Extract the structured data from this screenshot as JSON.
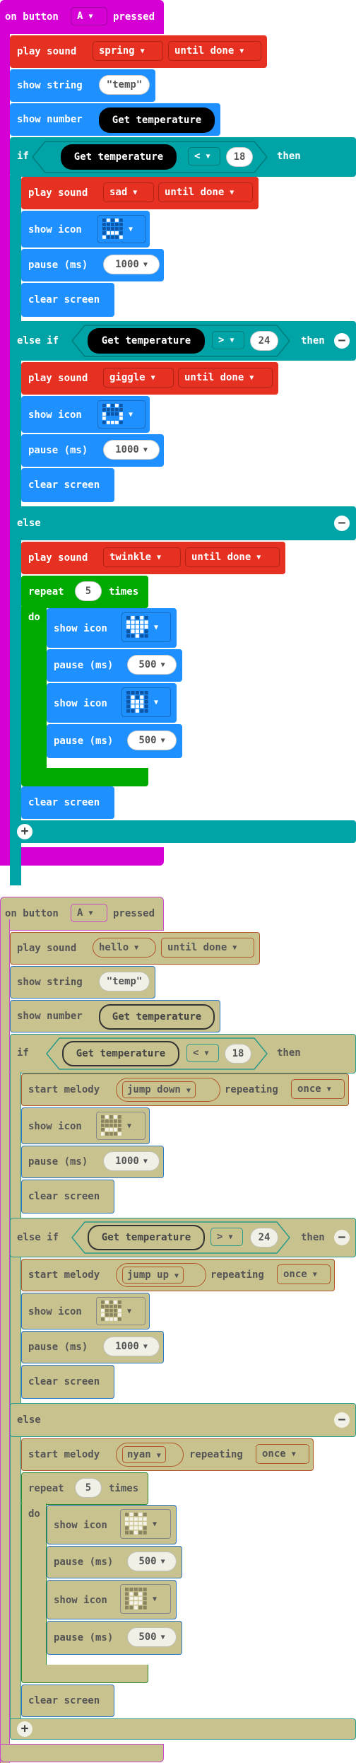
{
  "icons": {
    "add": "plus-circle-icon",
    "remove": "minus-circle-icon",
    "dropdown": "caret-down-icon"
  },
  "colors": {
    "event": "#d400d4",
    "sound": "#e63022",
    "basic": "#1e90ff",
    "logic": "#00a4a6",
    "loops": "#00aa00",
    "disabled": "#c8c28e"
  },
  "active": {
    "event_prefix": "on button",
    "event_button": "A",
    "event_suffix": "pressed",
    "sound1": {
      "label": "play sound",
      "sound": "spring",
      "mode": "until done"
    },
    "show_string": {
      "label": "show string",
      "value": "\"temp\""
    },
    "show_number": {
      "label": "show number",
      "value": "Get temperature"
    },
    "if_block": {
      "label": "if",
      "left": "Get temperature",
      "op": "<",
      "right": "18",
      "then": "then"
    },
    "sound2": {
      "label": "play sound",
      "sound": "sad",
      "mode": "until done"
    },
    "show_icon1": {
      "label": "show icon"
    },
    "pause1": {
      "label": "pause (ms)",
      "value": "1000"
    },
    "clear1": {
      "label": "clear screen"
    },
    "elseif_block": {
      "label": "else if",
      "left": "Get temperature",
      "op": ">",
      "right": "24",
      "then": "then"
    },
    "sound3": {
      "label": "play sound",
      "sound": "giggle",
      "mode": "until done"
    },
    "show_icon2": {
      "label": "show icon"
    },
    "pause2": {
      "label": "pause (ms)",
      "value": "1000"
    },
    "clear2": {
      "label": "clear screen"
    },
    "else_label": "else",
    "sound4": {
      "label": "play sound",
      "sound": "twinkle",
      "mode": "until done"
    },
    "repeat": {
      "label": "repeat",
      "count": "5",
      "times": "times",
      "do": "do"
    },
    "show_icon3": {
      "label": "show icon"
    },
    "pause3": {
      "label": "pause (ms)",
      "value": "500"
    },
    "show_icon4": {
      "label": "show icon"
    },
    "pause4": {
      "label": "pause (ms)",
      "value": "500"
    },
    "clear3": {
      "label": "clear screen"
    }
  },
  "disabled": {
    "event_prefix": "on button",
    "event_button": "A",
    "event_suffix": "pressed",
    "sound1": {
      "label": "play sound",
      "sound": "hello",
      "mode": "until done"
    },
    "show_string": {
      "label": "show string",
      "value": "\"temp\""
    },
    "show_number": {
      "label": "show number",
      "value": "Get temperature"
    },
    "if_block": {
      "label": "if",
      "left": "Get temperature",
      "op": "<",
      "right": "18",
      "then": "then"
    },
    "melody1": {
      "label": "start melody",
      "melody": "jump down",
      "repeating": "repeating",
      "mode": "once"
    },
    "show_icon1": {
      "label": "show icon"
    },
    "pause1": {
      "label": "pause (ms)",
      "value": "1000"
    },
    "clear1": {
      "label": "clear screen"
    },
    "elseif_block": {
      "label": "else if",
      "left": "Get temperature",
      "op": ">",
      "right": "24",
      "then": "then"
    },
    "melody2": {
      "label": "start melody",
      "melody": "jump up",
      "repeating": "repeating",
      "mode": "once"
    },
    "show_icon2": {
      "label": "show icon"
    },
    "pause2": {
      "label": "pause (ms)",
      "value": "1000"
    },
    "clear2": {
      "label": "clear screen"
    },
    "else_label": "else",
    "melody3": {
      "label": "start melody",
      "melody": "nyan",
      "repeating": "repeating",
      "mode": "once"
    },
    "repeat": {
      "label": "repeat",
      "count": "5",
      "times": "times",
      "do": "do"
    },
    "show_icon3": {
      "label": "show icon"
    },
    "pause3": {
      "label": "pause (ms)",
      "value": "500"
    },
    "show_icon4": {
      "label": "show icon"
    },
    "pause4": {
      "label": "pause (ms)",
      "value": "500"
    },
    "clear3": {
      "label": "clear screen"
    }
  }
}
